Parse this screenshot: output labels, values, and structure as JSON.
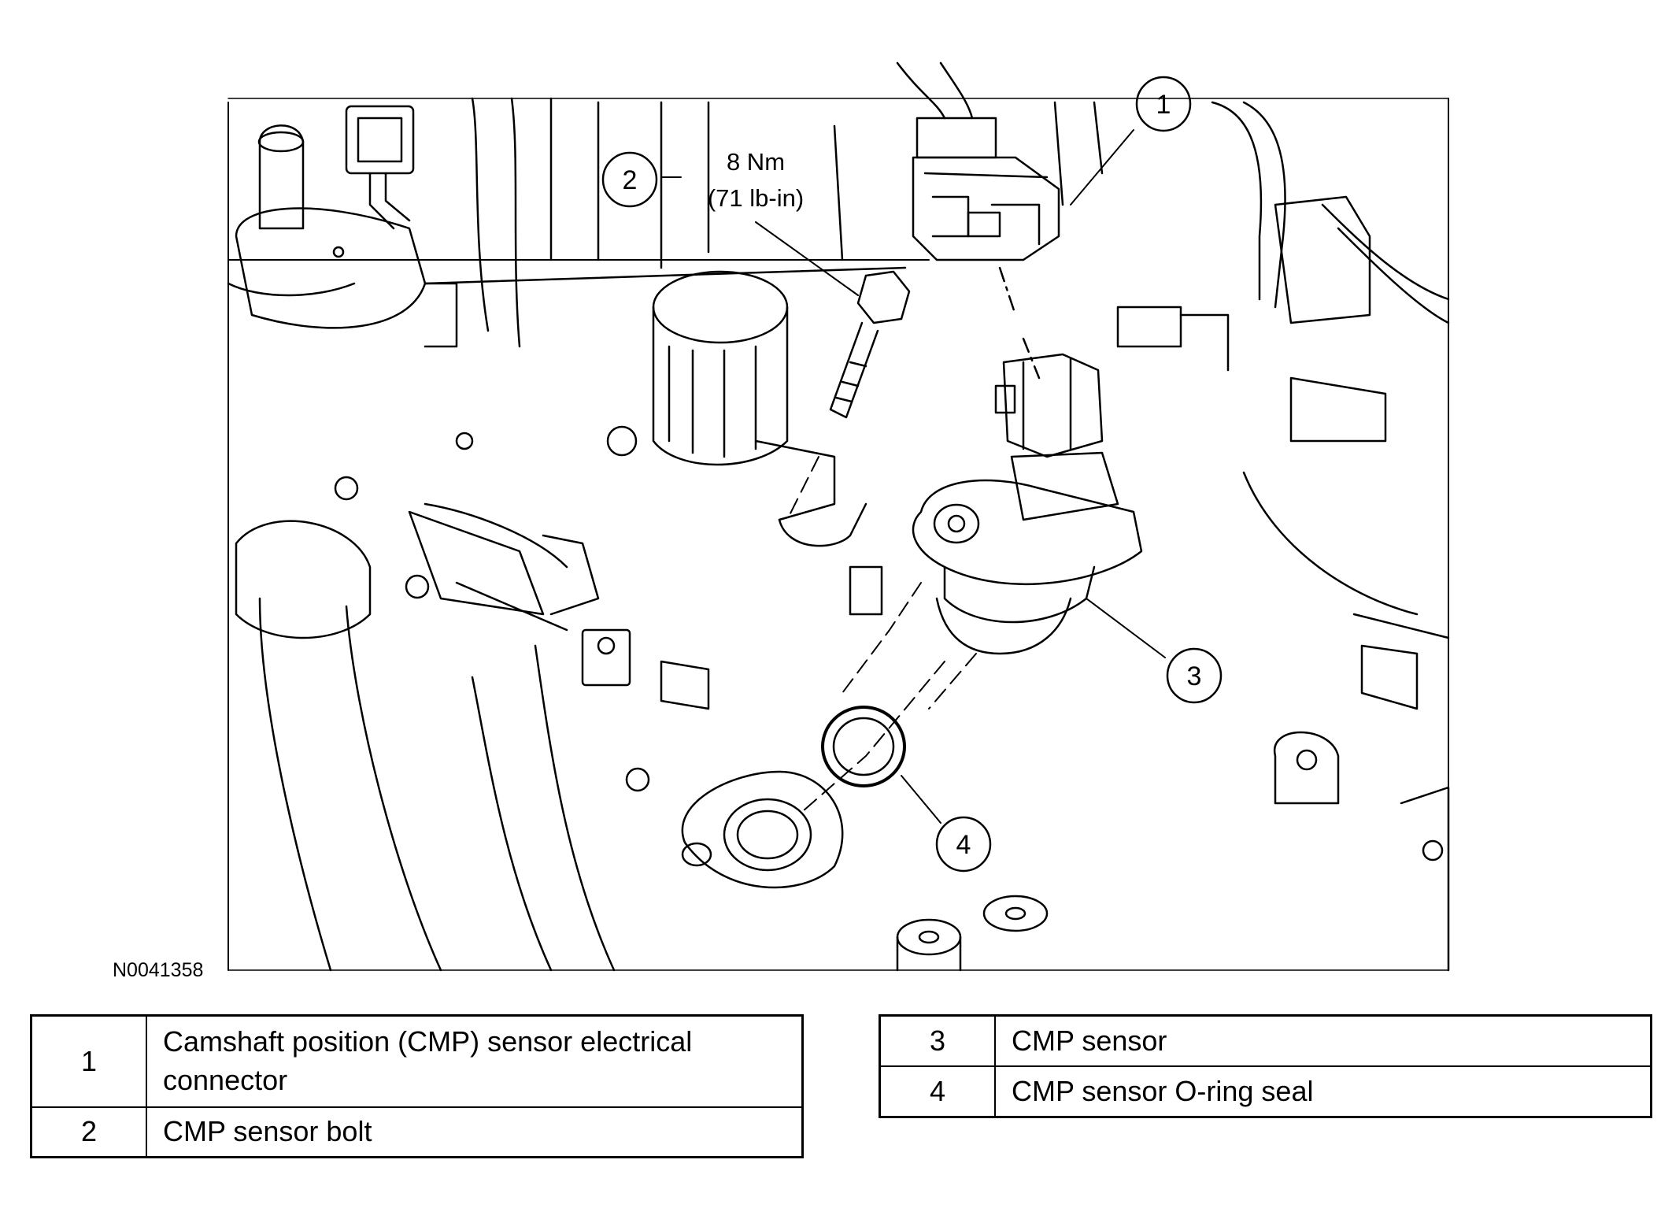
{
  "figure_id": "N0041358",
  "torque": {
    "line1": "8 Nm",
    "line2": "(71 lb-in)"
  },
  "callouts": [
    "1",
    "2",
    "3",
    "4"
  ],
  "legend": {
    "left": [
      {
        "num": "1",
        "desc": "Camshaft position (CMP) sensor electrical connector"
      },
      {
        "num": "2",
        "desc": "CMP sensor bolt"
      }
    ],
    "right": [
      {
        "num": "3",
        "desc": "CMP sensor"
      },
      {
        "num": "4",
        "desc": "CMP sensor O-ring seal"
      }
    ]
  },
  "colors": {
    "line": "#000000",
    "background": "#ffffff"
  }
}
